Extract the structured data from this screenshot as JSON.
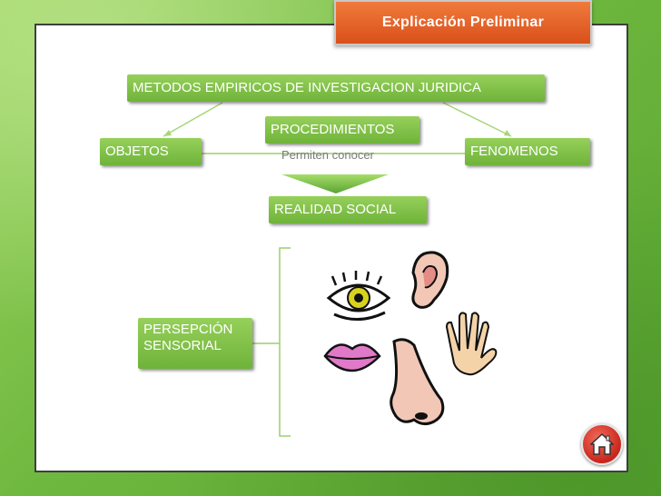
{
  "slide": {
    "title": "Explicación Preliminar"
  },
  "diagram": {
    "main": "METODOS EMPIRICOS DE INVESTIGACION JURIDICA",
    "procedimientos": "PROCEDIMIENTOS",
    "objetos": "OBJETOS",
    "fenomenos": "FENOMENOS",
    "permiten": "Permiten conocer",
    "realidad": "REALIDAD SOCIAL",
    "percepcion_line1": "PERSEPCIÓN",
    "percepcion_line2": "SENSORIAL"
  },
  "nav": {
    "home_icon": "home-icon"
  },
  "colors": {
    "background_green": "#7cc04a",
    "box_green": "#7dbd44",
    "title_orange": "#e45f24",
    "home_red": "#d0302a"
  }
}
